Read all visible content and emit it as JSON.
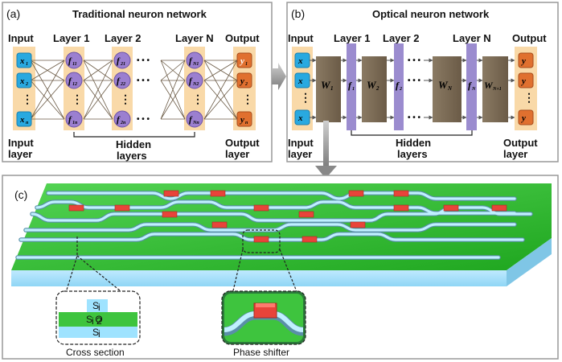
{
  "panel_a": {
    "tag": "(a)",
    "title": "Traditional neuron network",
    "col_labels": [
      "Input",
      "Layer 1",
      "Layer 2",
      "Layer N",
      "Output"
    ],
    "inputs": [
      "x",
      "x",
      "x"
    ],
    "input_subs": [
      "1",
      "2",
      "n"
    ],
    "layer1": [
      "f",
      "f",
      "f"
    ],
    "layer1_subs": [
      "11",
      "12",
      "1n"
    ],
    "layer2": [
      "f",
      "f",
      "f"
    ],
    "layer2_subs": [
      "21",
      "22",
      "2n"
    ],
    "layerN": [
      "f",
      "f",
      "f"
    ],
    "layerN_subs": [
      "N1",
      "N2",
      "Nn"
    ],
    "outputs": [
      "y",
      "y",
      "y"
    ],
    "output_subs": [
      "1",
      "2",
      "n"
    ],
    "dots_v": "⋮",
    "dots_h": "• • •",
    "bottom_input": [
      "Input",
      "layer"
    ],
    "bottom_hidden": [
      "Hidden",
      "layers"
    ],
    "bottom_output": [
      "Output",
      "layer"
    ]
  },
  "panel_b": {
    "tag": "(b)",
    "title": "Optical neuron network",
    "col_labels": [
      "Input",
      "Layer 1",
      "Layer 2",
      "Layer N",
      "Output"
    ],
    "weights": [
      "W",
      "W",
      "W",
      "W"
    ],
    "weight_subs": [
      "1",
      "2",
      "N",
      "N+1"
    ],
    "funcs": [
      "f",
      "f",
      "f"
    ],
    "func_subs": [
      "1",
      "2",
      "N"
    ],
    "bottom_input": [
      "Input",
      "layer"
    ],
    "bottom_hidden": [
      "Hidden",
      "layers"
    ],
    "bottom_output": [
      "Output",
      "layer"
    ]
  },
  "panel_c": {
    "tag": "(c)",
    "cross_section_label": "Cross section",
    "cross_layers": [
      "S",
      "S O",
      "S"
    ],
    "cross_layer_subs": [
      "i",
      "i   2",
      "i"
    ],
    "phase_shifter_label": "Phase shifter"
  },
  "colors": {
    "input_node": "#29a9e0",
    "hidden_node": "#9b7fd0",
    "output_node": "#e0702f",
    "column_bg": "#f9d9a8",
    "weight_block": "#7a6a55",
    "func_bar": "#9b8ccf",
    "chip_green": "#3ec43e",
    "waveguide": "#9fe3ff",
    "heater": "#e8443a"
  }
}
